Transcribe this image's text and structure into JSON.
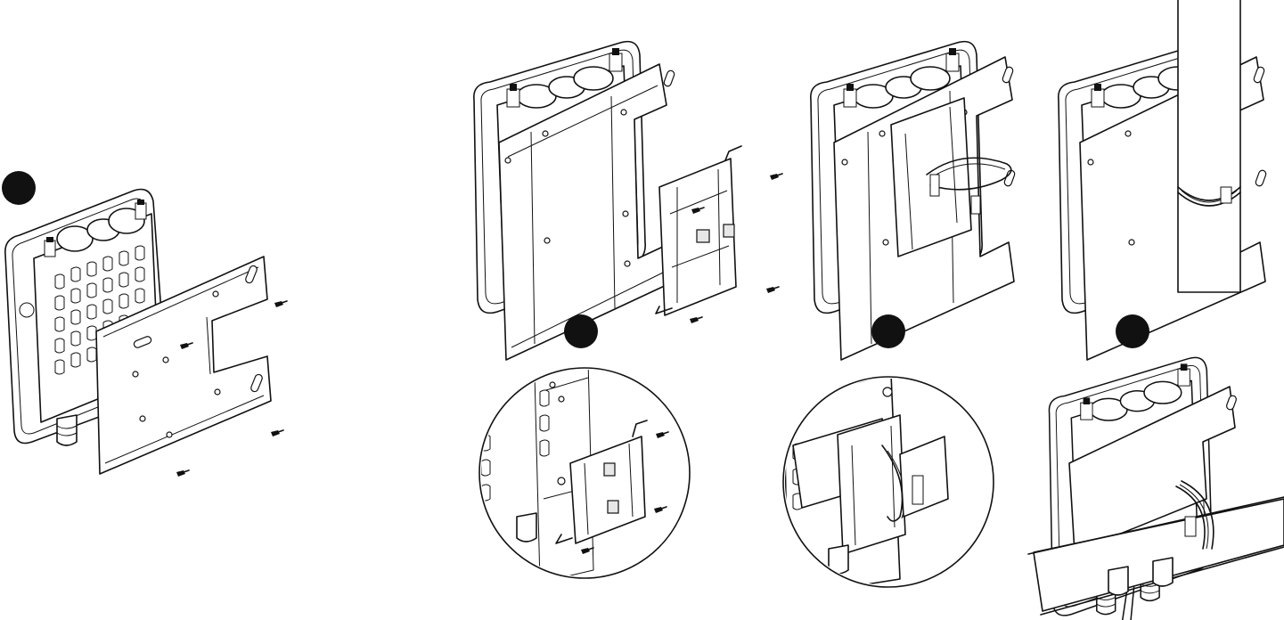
{
  "figure": {
    "steps": [
      {
        "id": "step-1",
        "label": ""
      },
      {
        "id": "step-2",
        "label": ""
      },
      {
        "id": "step-3",
        "label": ""
      },
      {
        "id": "step-4",
        "label": ""
      }
    ]
  }
}
